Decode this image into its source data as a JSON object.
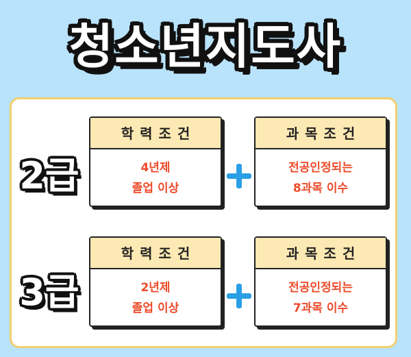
{
  "title": "청소년지도사",
  "colors": {
    "background": "#b9e3fb",
    "panel_border": "#f3cf6f",
    "box_header": "#fde9b3",
    "highlight_text": "#ec4b2a",
    "plus": "#2b9fe6"
  },
  "rows": [
    {
      "grade": "2급",
      "education": {
        "header": "학력조건",
        "line1": "4년제",
        "line2": "졸업 이상"
      },
      "courses": {
        "header": "과목조건",
        "line1": "전공인정되는",
        "line2": "8과목 이수"
      }
    },
    {
      "grade": "3급",
      "education": {
        "header": "학력조건",
        "line1": "2년제",
        "line2": "졸업 이상"
      },
      "courses": {
        "header": "과목조건",
        "line1": "전공인정되는",
        "line2": "7과목 이수"
      }
    }
  ]
}
